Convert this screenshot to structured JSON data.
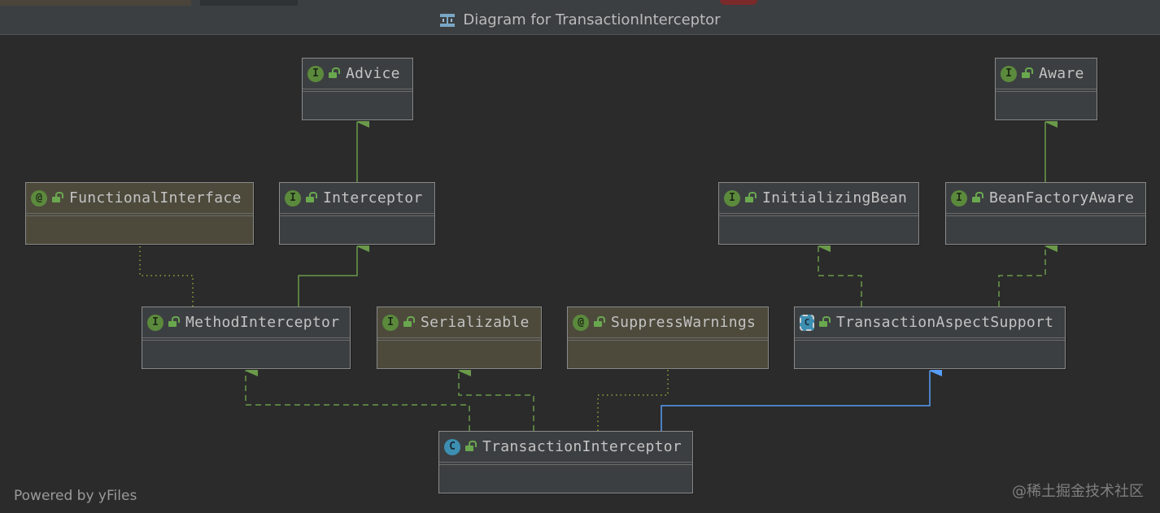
{
  "window": {
    "title": "Diagram for TransactionInterceptor"
  },
  "nodes": {
    "advice": {
      "name": "Advice",
      "kind": "I"
    },
    "aware": {
      "name": "Aware",
      "kind": "I"
    },
    "functional_interface": {
      "name": "FunctionalInterface",
      "kind": "@"
    },
    "interceptor": {
      "name": "Interceptor",
      "kind": "I"
    },
    "initializing_bean": {
      "name": "InitializingBean",
      "kind": "I"
    },
    "bean_factory_aware": {
      "name": "BeanFactoryAware",
      "kind": "I"
    },
    "method_interceptor": {
      "name": "MethodInterceptor",
      "kind": "I"
    },
    "serializable": {
      "name": "Serializable",
      "kind": "I"
    },
    "suppress_warnings": {
      "name": "SuppressWarnings",
      "kind": "@"
    },
    "transaction_aspect_support": {
      "name": "TransactionAspectSupport",
      "kind": "C"
    },
    "transaction_interceptor": {
      "name": "TransactionInterceptor",
      "kind": "C"
    }
  },
  "footer": {
    "powered_by": "Powered by yFiles"
  },
  "watermark": "@稀土掘金技术社区",
  "colors": {
    "background": "#2b2b2b",
    "node_fill": "#3c3f41",
    "annotation_fill": "#4d4a3c",
    "extends_edge": "#6a9a4a",
    "implements_edge": "#6a9a4a",
    "class_extends_edge": "#589df6",
    "annotation_edge": "#9aa43c"
  }
}
